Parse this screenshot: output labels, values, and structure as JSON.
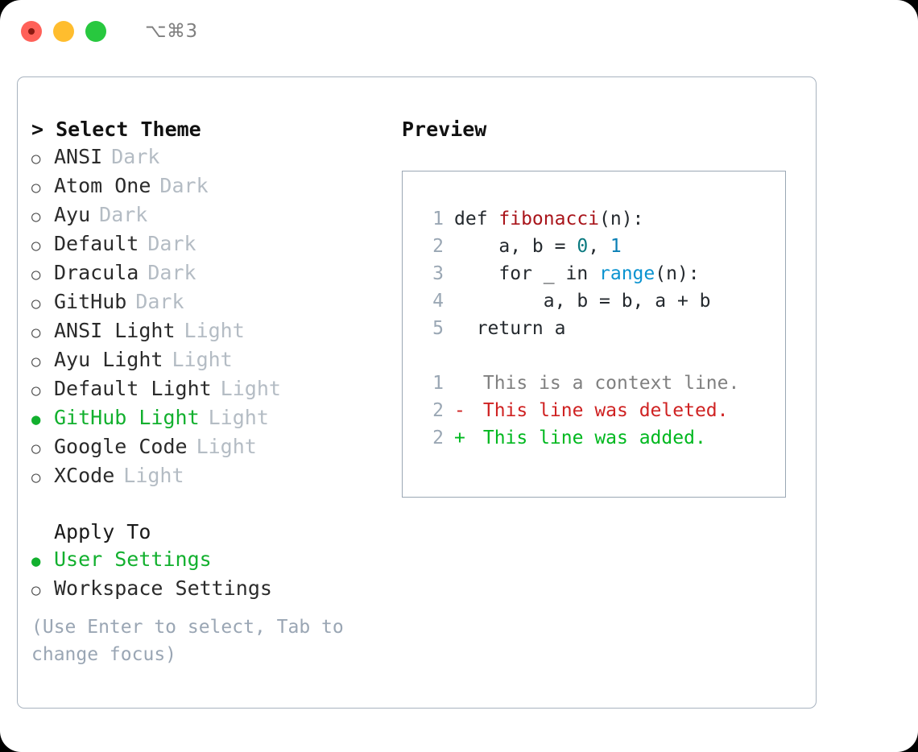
{
  "titlebar": {
    "shortcut": "⌥⌘3",
    "buttons": [
      {
        "name": "close",
        "color": "#ff6159"
      },
      {
        "name": "minimize",
        "color": "#ffbd2e"
      },
      {
        "name": "maximize",
        "color": "#28c83f"
      }
    ]
  },
  "theme_picker": {
    "header": "> Select Theme",
    "marker_selected": "●",
    "marker_unselected": "○",
    "items": [
      {
        "label": "ANSI",
        "tag": "Dark",
        "selected": false
      },
      {
        "label": "Atom One",
        "tag": "Dark",
        "selected": false
      },
      {
        "label": "Ayu",
        "tag": "Dark",
        "selected": false
      },
      {
        "label": "Default",
        "tag": "Dark",
        "selected": false
      },
      {
        "label": "Dracula",
        "tag": "Dark",
        "selected": false
      },
      {
        "label": "GitHub",
        "tag": "Dark",
        "selected": false
      },
      {
        "label": "ANSI Light",
        "tag": "Light",
        "selected": false
      },
      {
        "label": "Ayu Light",
        "tag": "Light",
        "selected": false
      },
      {
        "label": "Default Light",
        "tag": "Light",
        "selected": false
      },
      {
        "label": "GitHub Light",
        "tag": "Light",
        "selected": true
      },
      {
        "label": "Google Code",
        "tag": "Light",
        "selected": false
      },
      {
        "label": "XCode",
        "tag": "Light",
        "selected": false
      }
    ]
  },
  "apply_to": {
    "header": "Apply To",
    "items": [
      {
        "label": "User Settings",
        "selected": true
      },
      {
        "label": "Workspace Settings",
        "selected": false
      }
    ]
  },
  "hint": "(Use Enter to select, Tab to change focus)",
  "preview": {
    "title": "Preview",
    "code_lines": [
      {
        "no": "1",
        "tokens": [
          {
            "t": "def ",
            "cls": "code-text"
          },
          {
            "t": "fibonacci",
            "cls": "tok-fn"
          },
          {
            "t": "(n):",
            "cls": "code-text"
          }
        ]
      },
      {
        "no": "2",
        "tokens": [
          {
            "t": "    a, b = ",
            "cls": "code-text"
          },
          {
            "t": "0",
            "cls": "tok-num0"
          },
          {
            "t": ", ",
            "cls": "code-text"
          },
          {
            "t": "1",
            "cls": "tok-num1"
          }
        ]
      },
      {
        "no": "3",
        "tokens": [
          {
            "t": "    for _ in ",
            "cls": "code-text"
          },
          {
            "t": "range",
            "cls": "tok-call"
          },
          {
            "t": "(n):",
            "cls": "code-text"
          }
        ]
      },
      {
        "no": "4",
        "tokens": [
          {
            "t": "        a, b = b, a + b",
            "cls": "code-text"
          }
        ]
      },
      {
        "no": "5",
        "tokens": [
          {
            "t": "  return a",
            "cls": "code-text"
          }
        ]
      }
    ],
    "diff_lines": [
      {
        "no": "1",
        "marker": " ",
        "text": " This is a context line.",
        "cls": "diff-ctx"
      },
      {
        "no": "2",
        "marker": "-",
        "text": " This line was deleted.",
        "cls": "diff-del"
      },
      {
        "no": "2",
        "marker": "+",
        "text": " This line was added.",
        "cls": "diff-add"
      }
    ]
  },
  "colors": {
    "selected_green": "#12b02e",
    "tag_grey": "#b4bcc4",
    "border": "#a8b3bf",
    "lineno": "#9aa7b4",
    "diff_add": "#00b81f",
    "diff_del": "#cf2222",
    "fn_red": "#a9151b",
    "call_blue": "#0a93d0"
  }
}
